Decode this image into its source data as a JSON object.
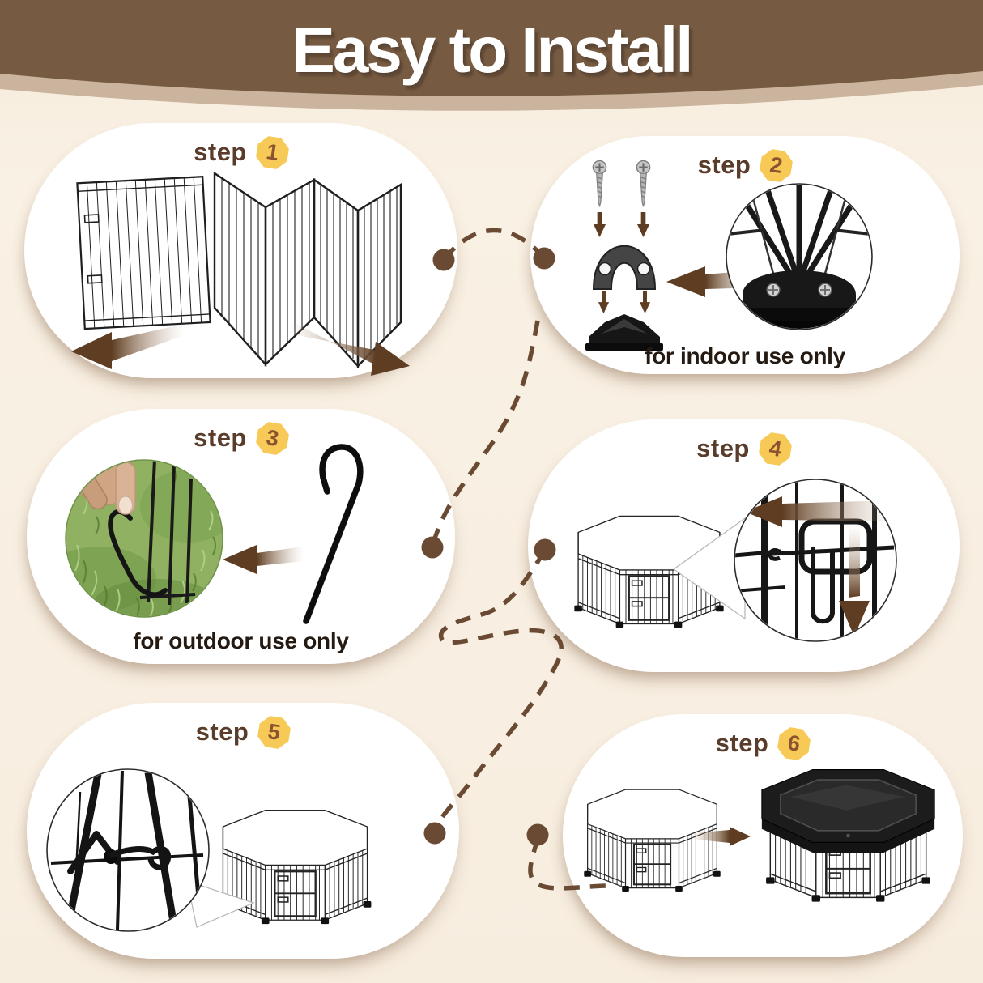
{
  "header": {
    "title": "Easy to Install"
  },
  "steps": [
    {
      "label": "step",
      "number": "1",
      "art": "folded-panels-unfolding"
    },
    {
      "label": "step",
      "number": "2",
      "note": "for indoor use only",
      "art": "screws-and-corner-connector"
    },
    {
      "label": "step",
      "number": "3",
      "note": "for outdoor use only",
      "art": "ground-stake-into-grass"
    },
    {
      "label": "step",
      "number": "4",
      "art": "playpen-door-latch-detail"
    },
    {
      "label": "step",
      "number": "5",
      "art": "anchor-hook-on-playpen-wire"
    },
    {
      "label": "step",
      "number": "6",
      "art": "playpen-with-top-cover"
    }
  ],
  "colors": {
    "header_bg": "#765a41",
    "header_band": "#cbb49e",
    "page_bg": "#f8efe2",
    "pill_bg": "#ffffff",
    "step_label": "#5a3c2a",
    "badge_bg": "#f7ca58",
    "badge_number": "#8a5430",
    "connector": "#6a4a32",
    "arrow": "#5e3d22",
    "note_text": "#241a12",
    "title_text": "#ffffff",
    "grass": "#8fb161",
    "cover": "#1c1c1c"
  }
}
